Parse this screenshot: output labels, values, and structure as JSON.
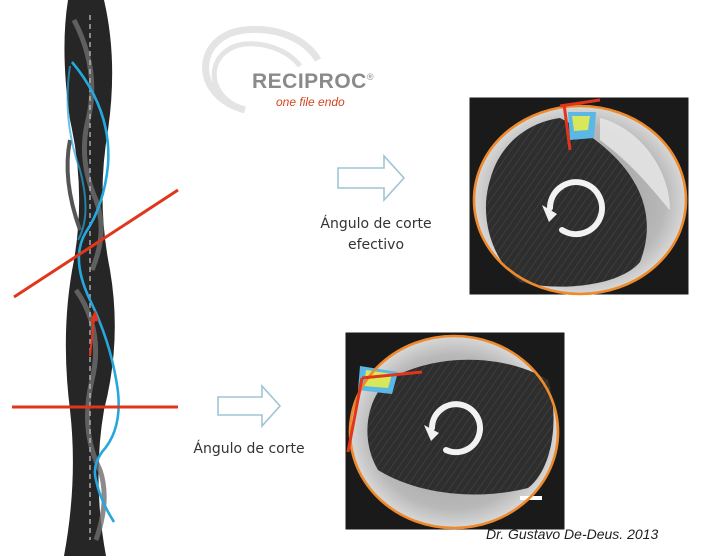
{
  "logo": {
    "brand": "RECIPROC",
    "registered_mark": "®",
    "tagline": "one file endo"
  },
  "labels": {
    "effective_cutting_angle_line1": "Ángulo de corte",
    "effective_cutting_angle_line2": "efectivo",
    "cutting_angle": "Ángulo de corte"
  },
  "credit": "Dr. Gustavo De-Deus. 2013",
  "colors": {
    "cut_line": "#e0361c",
    "flute_outline": "#25a8dd",
    "canal_outline": "#ef8a2c",
    "arrow_outline": "#9fc4d6",
    "debris_blue": "#5bb7e6",
    "debris_yellow": "#d9e85a"
  },
  "icons": [
    "rotation-arrow-icon",
    "right-arrow-icon"
  ]
}
